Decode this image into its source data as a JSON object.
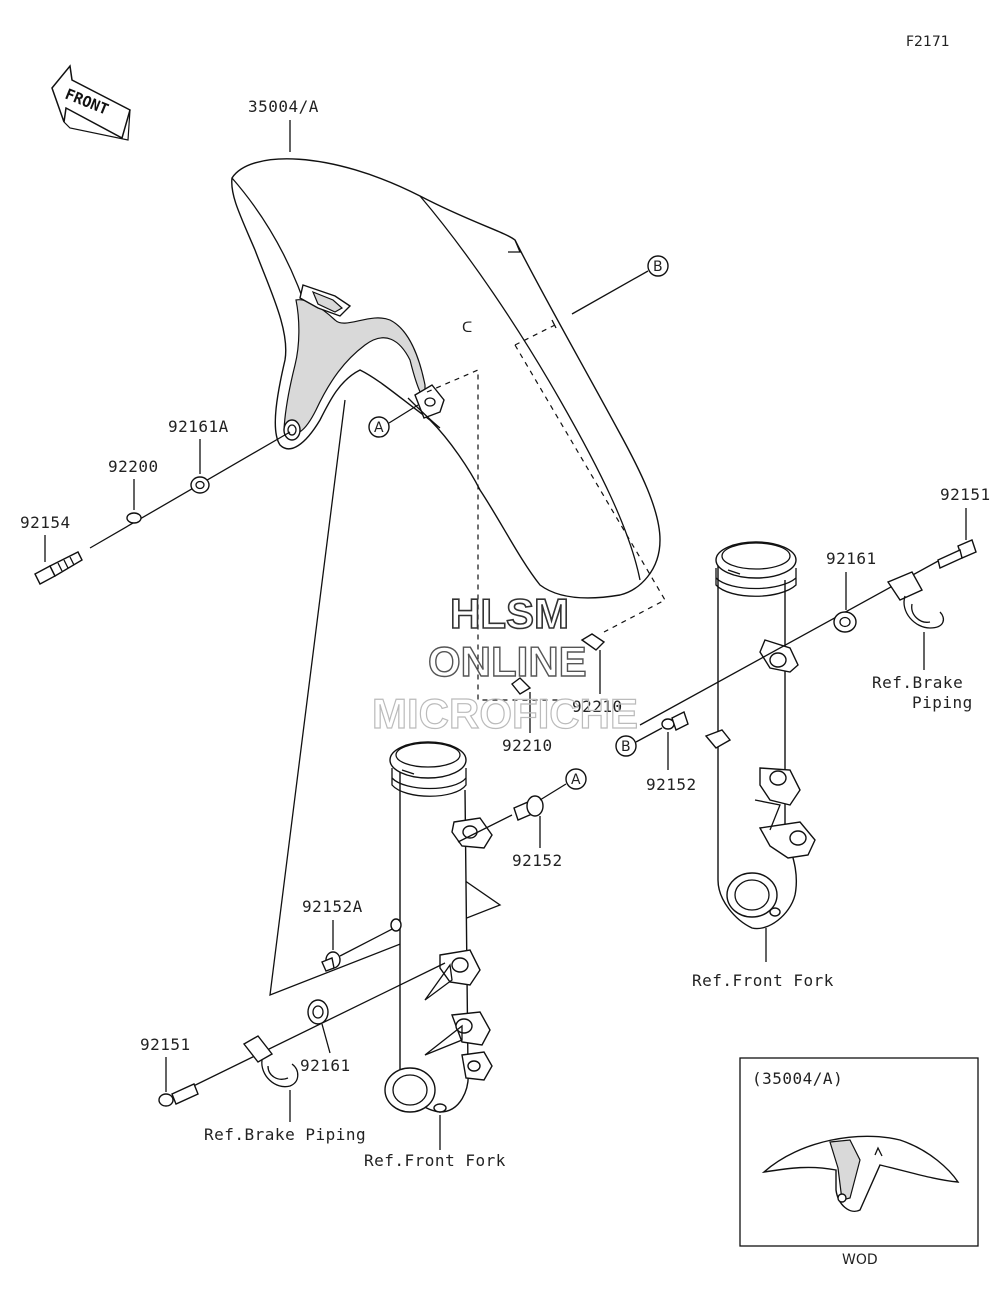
{
  "diagram_id": "F2171",
  "front_label": "FRONT",
  "callouts": {
    "p35004a": "35004/A",
    "p92161a": "92161A",
    "p92200": "92200",
    "p92154": "92154",
    "p92151_right": "92151",
    "p92161_right": "92161",
    "p92210_upper": "92210",
    "p92210_lower": "92210",
    "p92152_right": "92152",
    "p92152_center": "92152",
    "p92152a": "92152A",
    "p92151_left": "92151",
    "p92161_left": "92161"
  },
  "refs": {
    "brake_piping_right_l1": "Ref.Brake",
    "brake_piping_right_l2": "Piping",
    "brake_piping_left": "Ref.Brake Piping",
    "front_fork_right": "Ref.Front Fork",
    "front_fork_left": "Ref.Front Fork"
  },
  "markers": {
    "a_upper": "A",
    "a_lower": "A",
    "b_upper": "B",
    "b_lower": "B"
  },
  "inset": {
    "title": "(35004/A)",
    "caption": "WOD"
  },
  "watermark": {
    "line1": "HLSM",
    "line2": "ONLINE",
    "line3": "MICROFICHE"
  }
}
